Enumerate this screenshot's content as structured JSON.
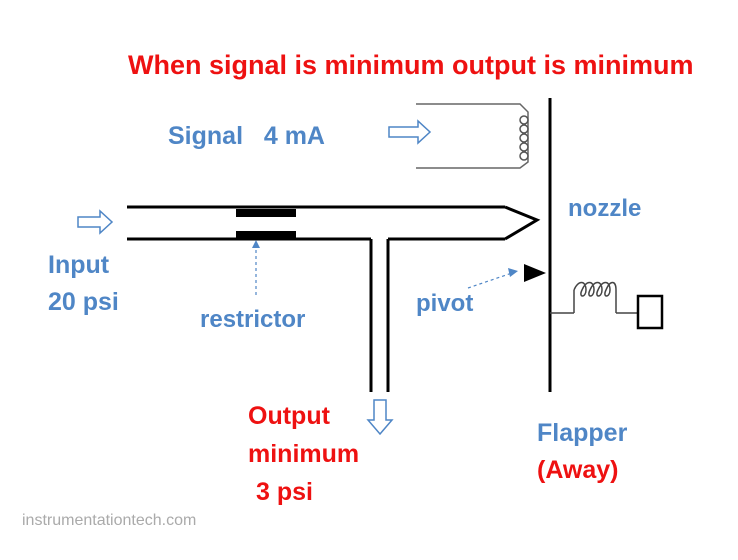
{
  "title": "When signal is minimum output is minimum",
  "signal": {
    "label": "Signal   4 mA"
  },
  "nozzle": {
    "label": "nozzle"
  },
  "input": {
    "label": "Input",
    "pressure": "20 psi"
  },
  "restrictor": {
    "label": "restrictor"
  },
  "pivot": {
    "label": "pivot"
  },
  "output": {
    "label": "Output",
    "state": "minimum",
    "pressure": "3 psi"
  },
  "flapper": {
    "label": "Flapper",
    "state": "(Away)"
  },
  "watermark": "instrumentationtech.com",
  "colors": {
    "label_blue": "#4f86c6",
    "label_red": "#ee1111",
    "line": "#000000",
    "arrow_outline": "#4f86c6"
  },
  "icons": [
    "input-arrow-icon",
    "signal-arrow-icon",
    "output-arrow-icon",
    "pivot-triangle-icon",
    "coil-icon",
    "spring-icon",
    "bellows-box-icon"
  ]
}
